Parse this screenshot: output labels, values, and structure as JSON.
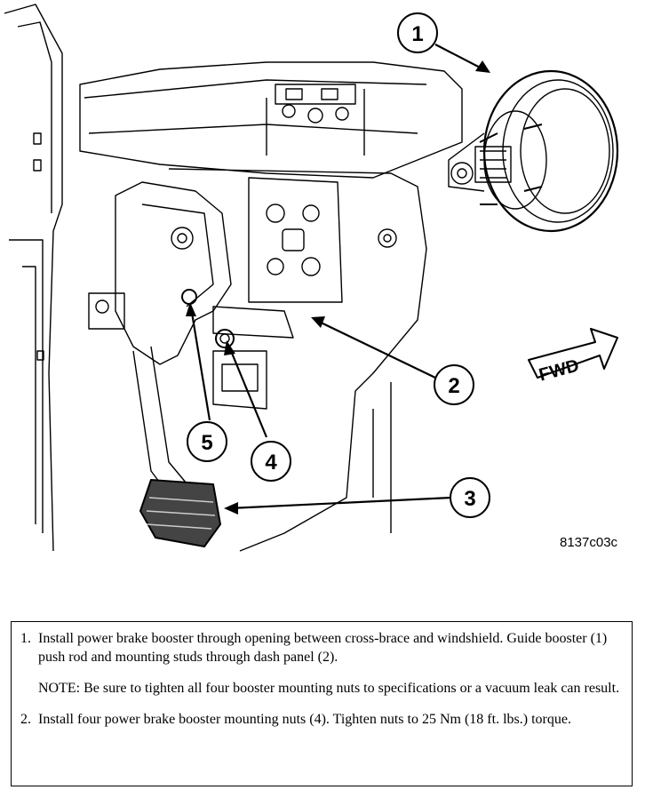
{
  "figure": {
    "id_label": "8137c03c",
    "fwd_label": "FWD",
    "callouts": [
      "1",
      "2",
      "3",
      "4",
      "5"
    ]
  },
  "instructions": {
    "step1": {
      "number": "1.",
      "text": "Install power brake booster through opening between cross-brace and windshield. Guide booster (1) push rod and mounting studs through dash panel (2)."
    },
    "note": "NOTE: Be sure to tighten all four booster mounting nuts to specifications or a vacuum leak can result.",
    "step2": {
      "number": "2.",
      "text": "Install four power brake booster mounting nuts (4). Tighten nuts to 25 Nm (18 ft. lbs.) torque."
    }
  }
}
